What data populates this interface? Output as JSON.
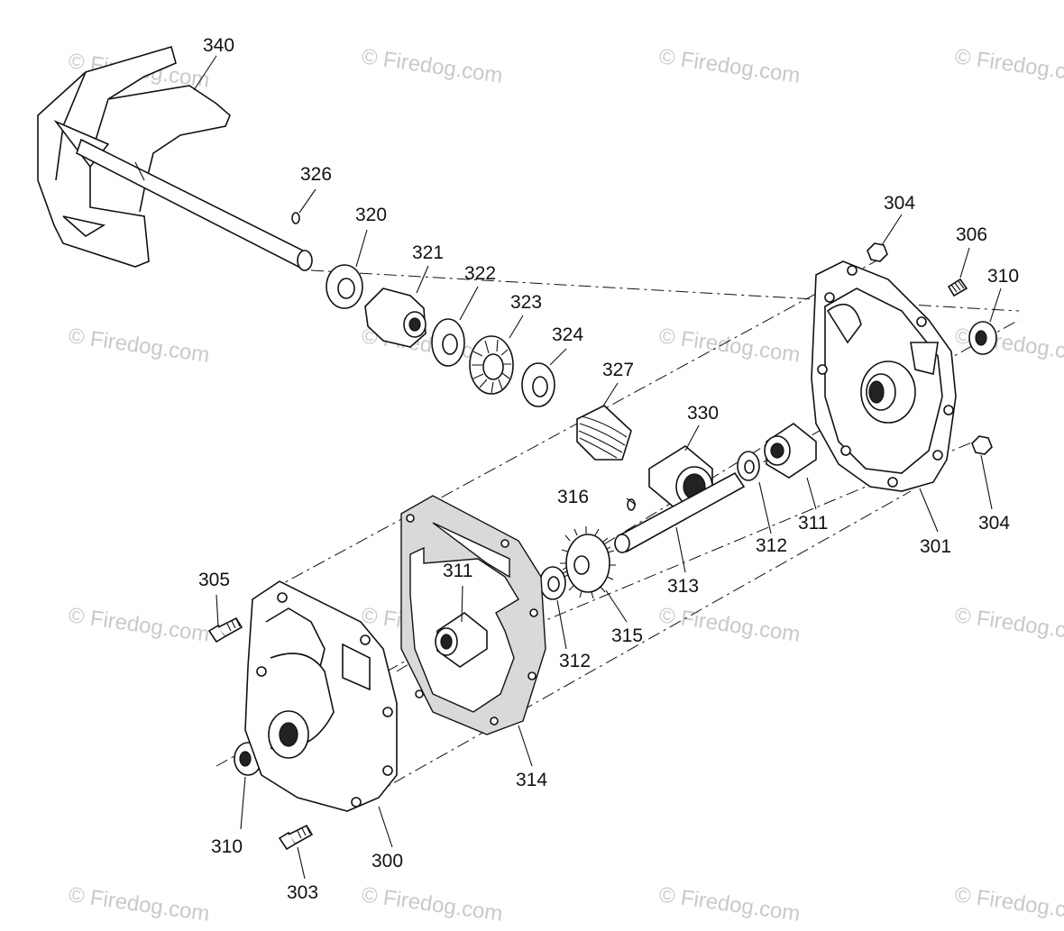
{
  "watermark": "© Firedog.com",
  "labels": {
    "p340": "340",
    "p326": "326",
    "p320": "320",
    "p321": "321",
    "p322": "322",
    "p323": "323",
    "p324": "324",
    "p327": "327",
    "p330": "330",
    "p304a": "304",
    "p306": "306",
    "p310a": "310",
    "p304b": "304",
    "p301": "301",
    "p311a": "311",
    "p312a": "312",
    "p313": "313",
    "p316": "316",
    "p315": "315",
    "p312b": "312",
    "p311b": "311",
    "p314": "314",
    "p305": "305",
    "p310b": "310",
    "p300": "300",
    "p303": "303"
  }
}
